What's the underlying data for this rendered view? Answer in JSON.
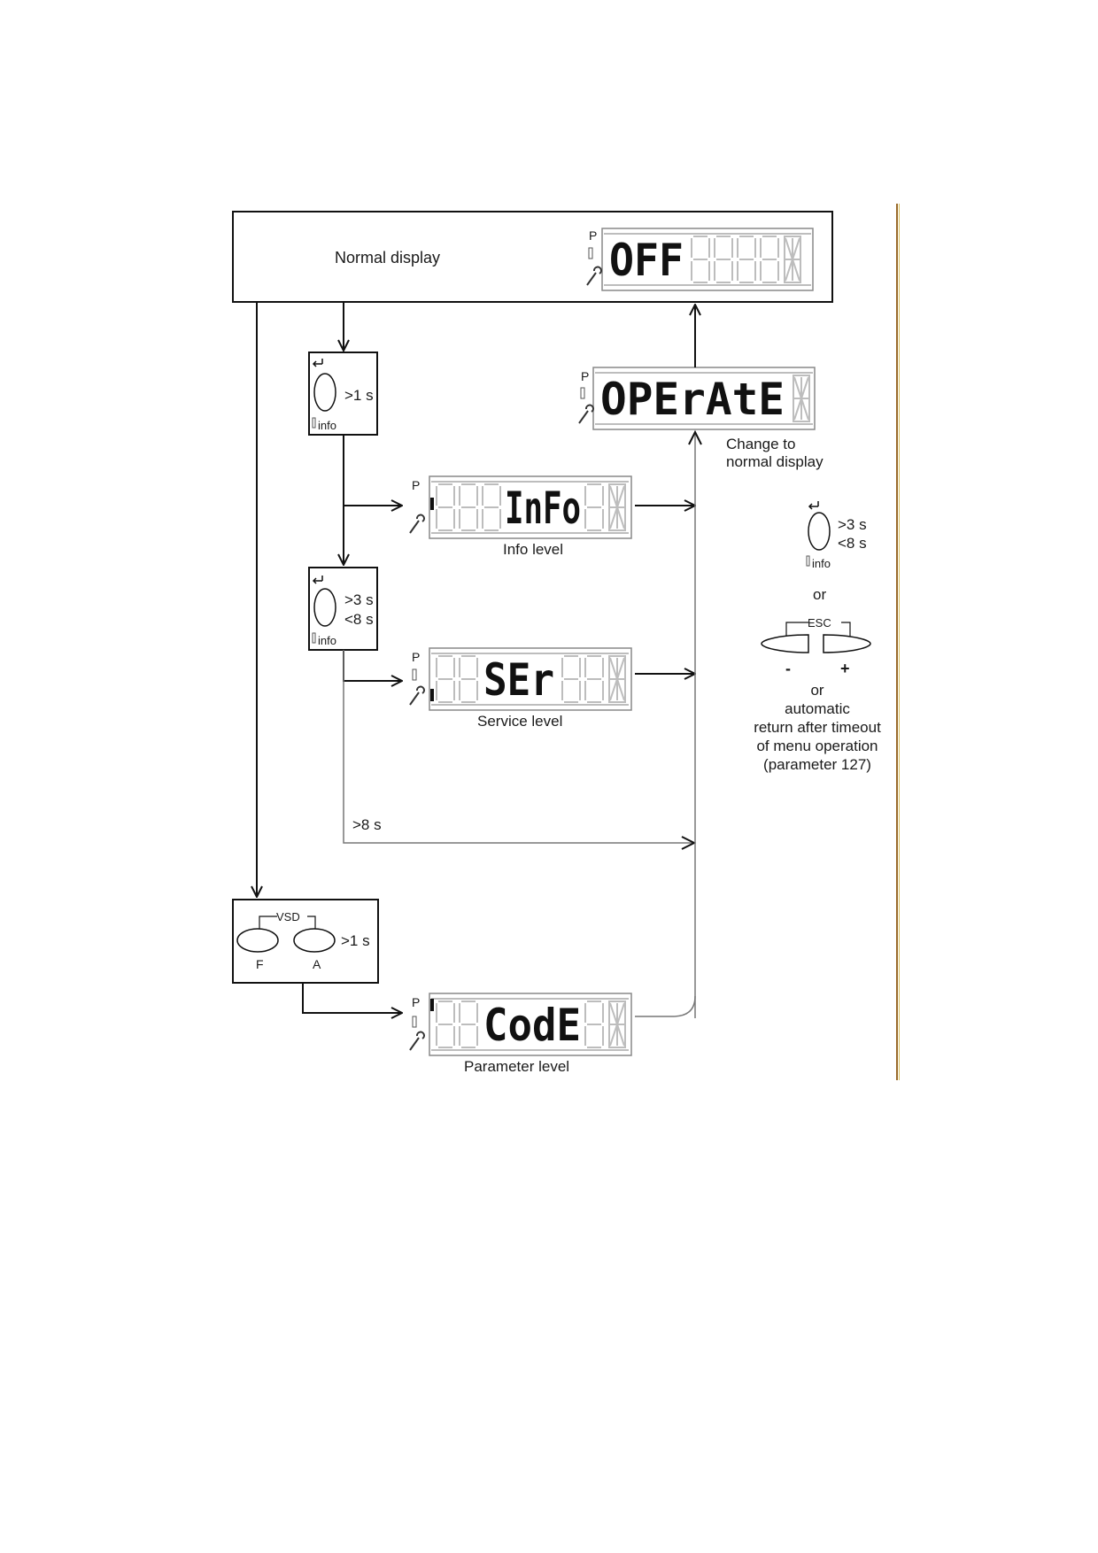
{
  "normal_display": {
    "label": "Normal display",
    "lcd": "OFF"
  },
  "operate_display": {
    "lcd": "OPErAtE",
    "caption_line1": "Change to",
    "caption_line2": "normal display"
  },
  "info_button": {
    "time": ">1 s",
    "key_label": "info"
  },
  "info_level": {
    "lcd": "InFo",
    "caption": "Info level"
  },
  "service_button": {
    "time_min": ">3 s",
    "time_max": "<8 s",
    "key_label": "info"
  },
  "service_level": {
    "lcd": "SEr",
    "caption": "Service level"
  },
  "timeout_label": ">8 s",
  "vsd_button": {
    "group_label": "VSD",
    "key_f": "F",
    "key_a": "A",
    "time": ">1 s"
  },
  "parameter_level": {
    "lcd": "CodE",
    "caption": "Parameter level"
  },
  "lcd_symbols": {
    "p": "P"
  },
  "return_legend": {
    "info_time_min": ">3 s",
    "info_time_max": "<8 s",
    "info_key_label": "info",
    "or_1": "or",
    "esc_label": "ESC",
    "minus": "-",
    "plus": "+",
    "or_2": "or",
    "line1": "automatic",
    "line2": "return after timeout",
    "line3": "of menu operation",
    "line4": "(parameter 127)"
  }
}
